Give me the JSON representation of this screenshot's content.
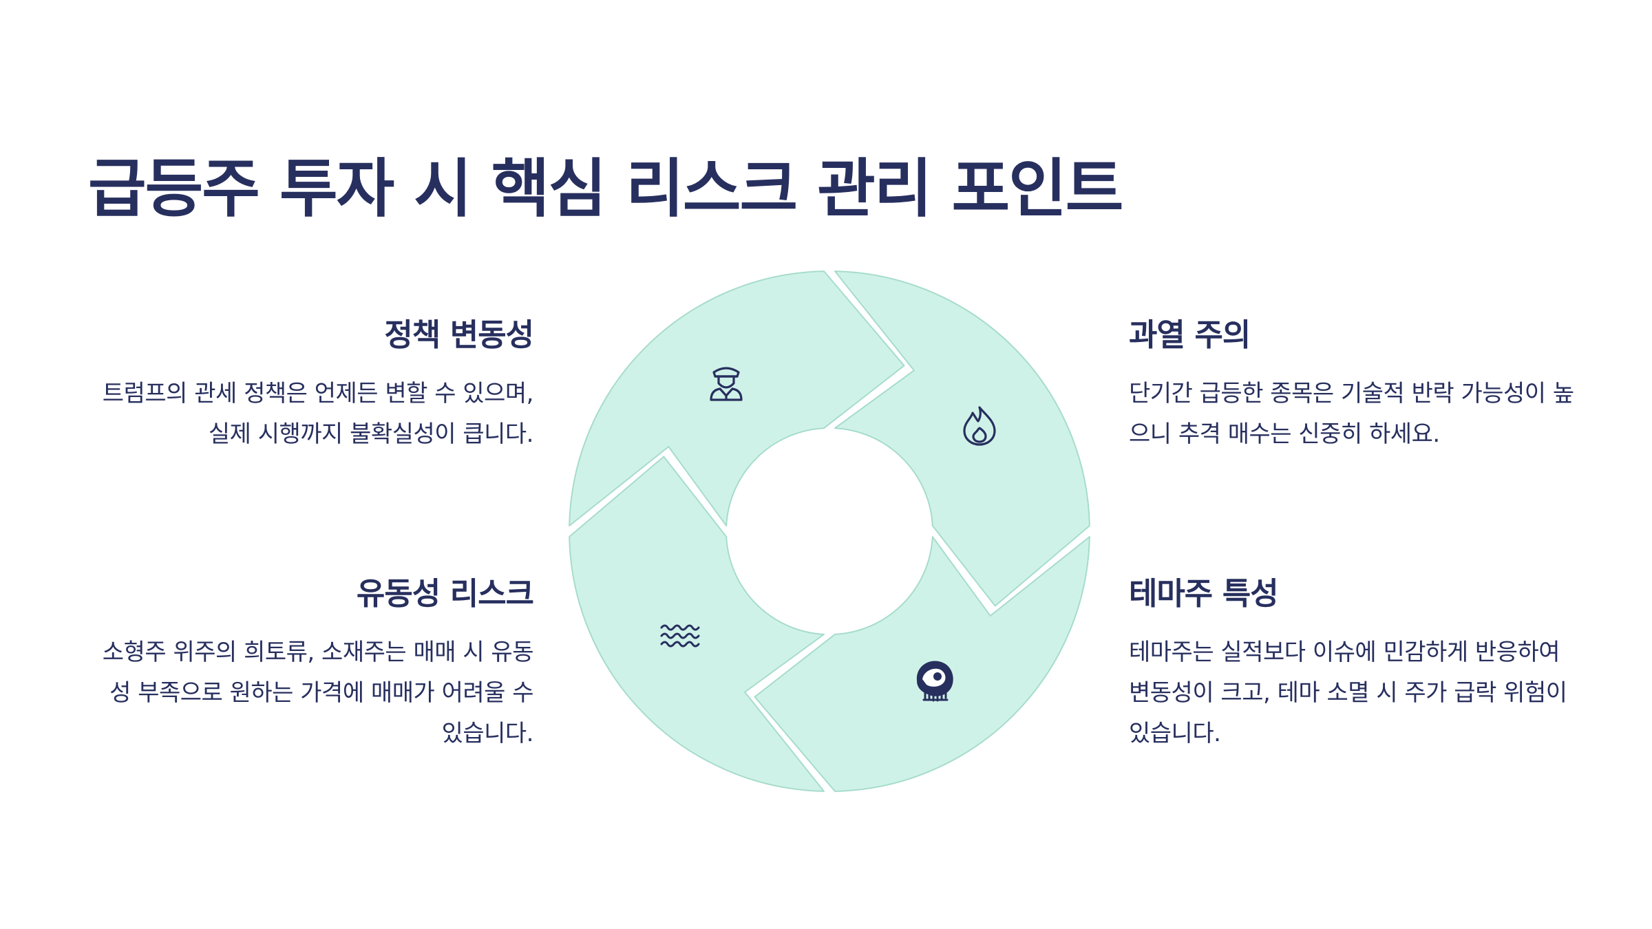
{
  "title": "급등주 투자 시 핵심 리스크 관리 포인트",
  "colors": {
    "text": "#272f5e",
    "segment_fill": "#cff2e8",
    "segment_stroke": "#a6dccb",
    "icon": "#272f5e"
  },
  "items": [
    {
      "heading": "정책 변동성",
      "body": "트럼프의 관세 정책은 언제든 변할 수 있으며, 실제 시행까지 불확실성이 큽니다.",
      "icon": "officer-icon"
    },
    {
      "heading": "과열 주의",
      "body": "단기간 급등한 종목은 기술적 반락 가능성이 높으니 추격 매수는 신중히 하세요.",
      "icon": "fire-icon"
    },
    {
      "heading": "유동성 리스크",
      "body": "소형주 위주의 희토류, 소재주는 매매 시 유동성 부족으로 원하는 가격에 매매가 어려울 수 있습니다.",
      "icon": "waves-icon"
    },
    {
      "heading": "테마주 특성",
      "body": "테마주는 실적보다 이슈에 민감하게 반응하여 변동성이 크고, 테마 소멸 시 주가 급락 위험이 있습니다.",
      "icon": "sea-monster-icon"
    }
  ]
}
